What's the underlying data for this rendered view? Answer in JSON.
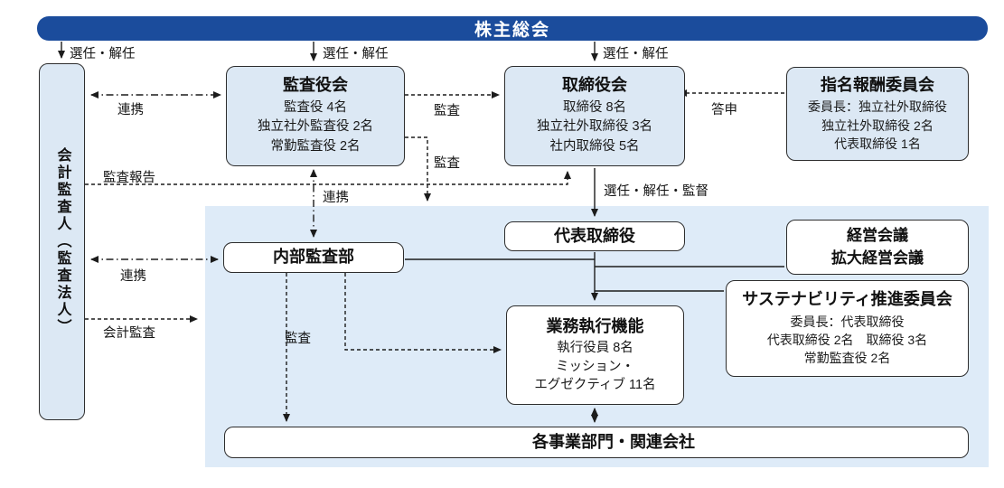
{
  "bar": {
    "title": "株主総会"
  },
  "boxes": {
    "accounting_auditor": {
      "title": "会計監査人（監査法人）"
    },
    "audit_board": {
      "title": "監査役会",
      "lines": [
        "監査役 4名",
        "独立社外監査役 2名",
        "常勤監査役 2名"
      ]
    },
    "board_of_directors": {
      "title": "取締役会",
      "lines": [
        "取締役 8名",
        "独立社外取締役 3名",
        "社内取締役 5名"
      ]
    },
    "nomination_remuneration_committee": {
      "title": "指名報酬委員会",
      "lines": [
        "委員長：独立社外取締役",
        "独立社外取締役 2名",
        "代表取締役 1名"
      ]
    },
    "representative_director": {
      "title": "代表取締役"
    },
    "management_meeting": {
      "lines": [
        "経営会議",
        "拡大経営会議"
      ]
    },
    "internal_audit_dept": {
      "title": "内部監査部"
    },
    "sustainability_committee": {
      "title": "サステナビリティ推進委員会",
      "lines": [
        "委員長：代表取締役",
        "代表取締役 2名　取締役 3名",
        "常勤監査役 2名"
      ]
    },
    "business_execution": {
      "title": "業務執行機能",
      "lines": [
        "執行役員 8名",
        "ミッション・",
        "エグゼクティブ 11名"
      ]
    },
    "business_divisions": {
      "title": "各事業部門・関連会社"
    }
  },
  "edge_labels": {
    "appoint_dismiss_1": "選任・解任",
    "appoint_dismiss_2": "選任・解任",
    "appoint_dismiss_3": "選任・解任",
    "cooperation_top": "連携",
    "audit_to_board": "監査",
    "audit_down": "監査",
    "audit_report": "監査報告",
    "cooperation_mid": "連携",
    "report_back": "答申",
    "appoint_dismiss_supervise": "選任・解任・監督",
    "cooperation_internal": "連携",
    "accounting_audit": "会計監査",
    "internal_audit_audit": "監査"
  },
  "colors": {
    "bar_fill": "#1b4c9c",
    "bar_text": "#ffffff",
    "light_box_fill": "#dce8f4",
    "panel_fill": "#deebf8",
    "border": "#2d2d2d",
    "line": "#1c1c1c"
  }
}
